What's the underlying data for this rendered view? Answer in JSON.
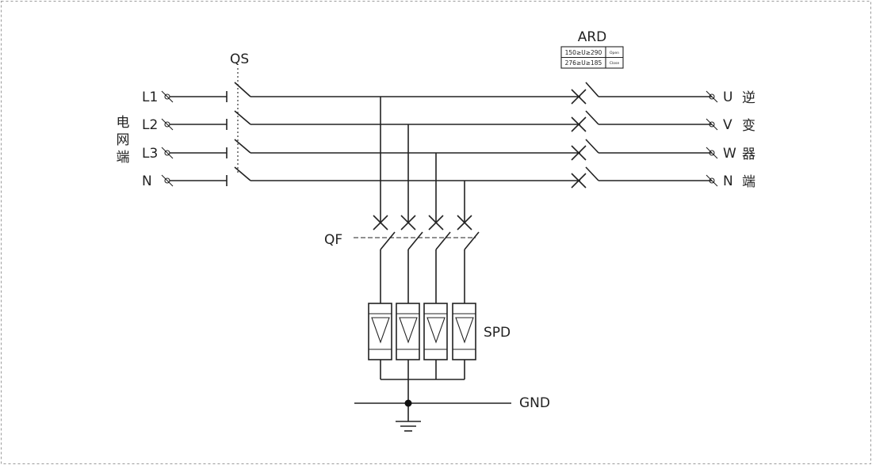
{
  "labels": {
    "qs": "QS",
    "ard": "ARD",
    "qf": "QF",
    "spd": "SPD",
    "gnd": "GND"
  },
  "grid_side": {
    "title_chars": [
      "电",
      "网",
      "端"
    ],
    "lines": [
      "L1",
      "L2",
      "L3",
      "N"
    ]
  },
  "inverter_side": {
    "lines": [
      "U",
      "V",
      "W",
      "N"
    ],
    "title_chars": [
      "逆",
      "变",
      "器",
      "端"
    ]
  },
  "ard_table": {
    "rows": [
      {
        "range": "150≥U≥290",
        "state": "Open"
      },
      {
        "range": "276≥U≥185",
        "state": "Close"
      }
    ]
  }
}
